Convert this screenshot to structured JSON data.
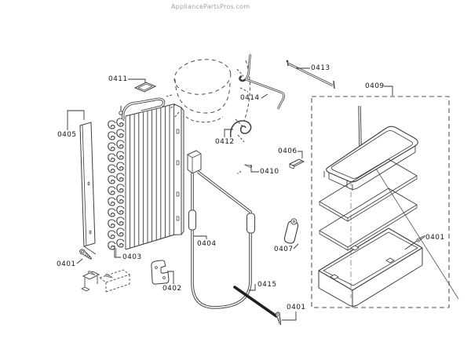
{
  "site": {
    "watermark": "AppliancePartsPros.com"
  },
  "diagram": {
    "labels": [
      {
        "part": "0411"
      },
      {
        "part": "0405"
      },
      {
        "part": "0403"
      },
      {
        "part": "0401"
      },
      {
        "part": "0402"
      },
      {
        "part": "0404"
      },
      {
        "part": "0412"
      },
      {
        "part": "0414"
      },
      {
        "part": "0413"
      },
      {
        "part": "0406"
      },
      {
        "part": "0410"
      },
      {
        "part": "0409"
      },
      {
        "part": "0407"
      },
      {
        "part": "0401"
      },
      {
        "part": "0415"
      },
      {
        "part": "0401"
      }
    ],
    "colors": {
      "line": "#3d3d3d",
      "leader": "#333333",
      "dashed_box": "#555555",
      "label_text": "#161616",
      "watermark": "#a3a3a3",
      "background": "#ffffff"
    }
  }
}
